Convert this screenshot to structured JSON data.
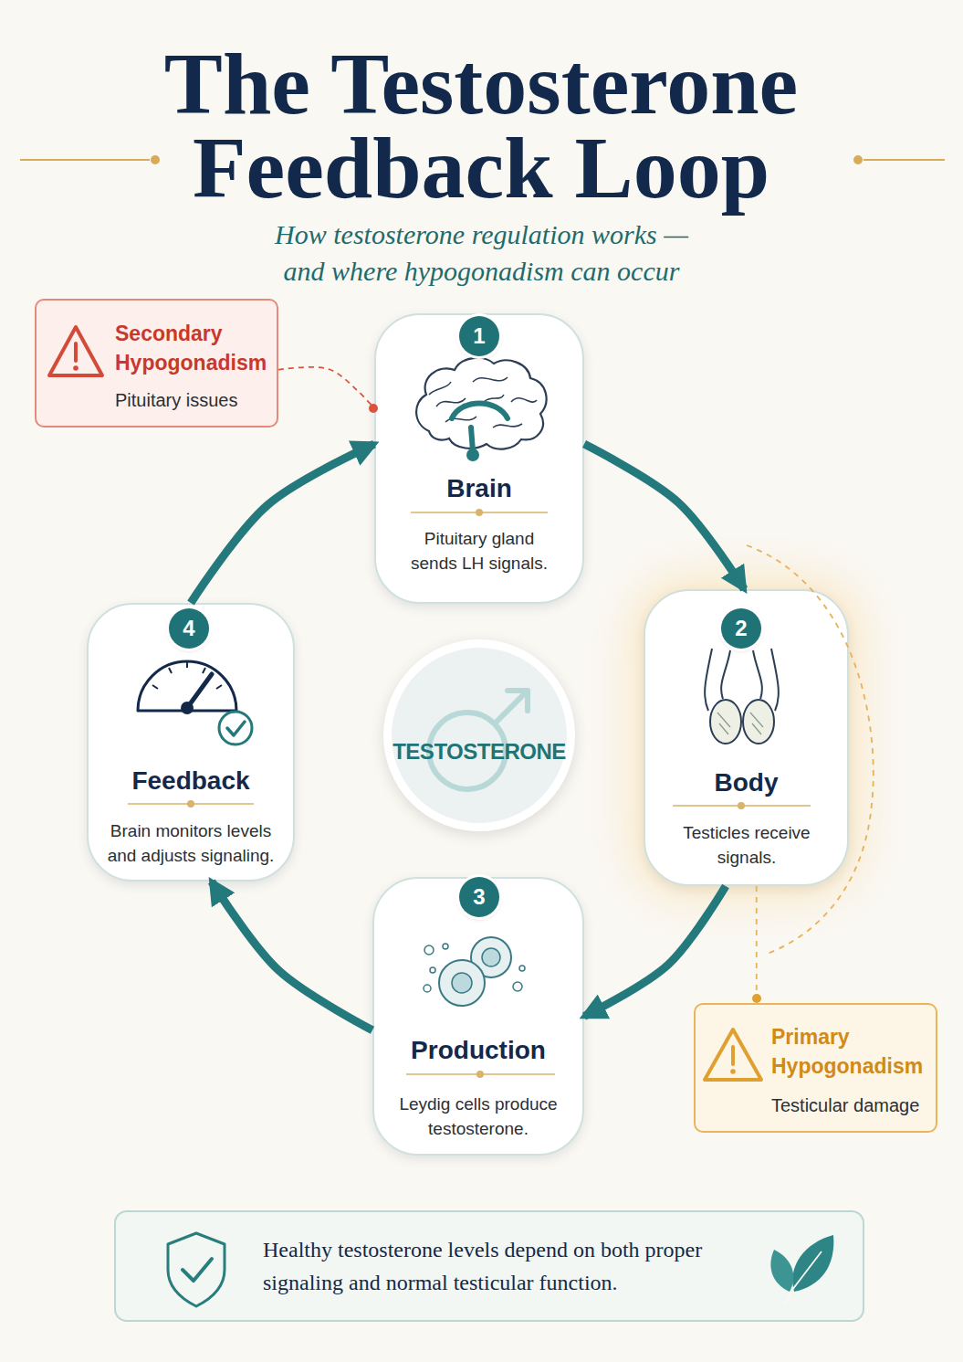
{
  "diagram": {
    "title": "The Testosterone Feedback Loop",
    "nodes": [
      {
        "text": [
          "Secondary Hypogonadism",
          "Pituitary issues"
        ]
      },
      {
        "text": [
          "Brain",
          "Pituitary gland sends LH signals."
        ]
      },
      {
        "text": [
          "Feedback",
          "Brain monitors levels and adjusts signaling."
        ]
      },
      {
        "text": [
          "TESTOSTERONE"
        ]
      },
      {
        "text": [
          "Body",
          "Testicles receive signals."
        ]
      },
      {
        "text": [
          "Production",
          "Leydig cells produce testosterone."
        ]
      },
      {
        "text": [
          "Primary Hypogonadism",
          "Testicular damage"
        ]
      },
      {
        "text": [
          "Healthy testosterone levels depend on both proper signaling and normal testicular function."
        ]
      }
    ],
    "edges": [
      {
        "from": 1,
        "to": 4,
        "arrow": "to"
      },
      {
        "from": 4,
        "to": 5,
        "arrow": "to"
      },
      {
        "from": 5,
        "to": 2,
        "arrow": "to"
      },
      {
        "from": 2,
        "to": 1,
        "arrow": "to"
      },
      {
        "from": 0,
        "to": 1,
        "arrow": "none"
      },
      {
        "from": 4,
        "to": 6,
        "arrow": "none"
      }
    ],
    "labels": [
      "How testosterone regulation works — and where hypogonadism can occur",
      "1",
      "2",
      "3",
      "4"
    ]
  }
}
